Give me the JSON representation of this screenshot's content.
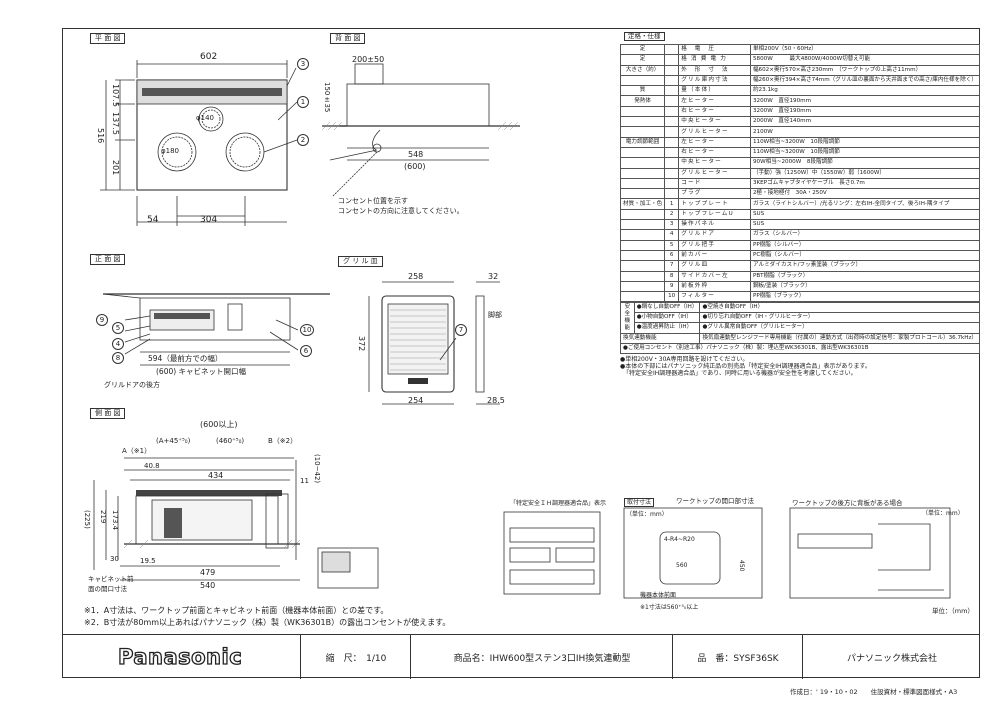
{
  "sections": {
    "plan": "平 面 図",
    "back": "背 面 図",
    "front": "正 面 図",
    "grill": "グ リ ル 皿",
    "side": "側 面 図",
    "spec": "定格・仕様"
  },
  "plan_view": {
    "width_top": "602",
    "dim_107_5": "107.5",
    "dim_137_5": "137.5",
    "dim_516": "516",
    "dim_201": "201",
    "dim_140": "φ140",
    "dim_180": "φ180",
    "dim_54": "54",
    "dim_304": "304",
    "callout_1": "1",
    "callout_2": "2",
    "callout_3": "3"
  },
  "back_view": {
    "dim_200": "200±50",
    "dim_150": "150±35",
    "dim_548": "548",
    "dim_600": "(600)",
    "outlet_note_1": "コンセント位置を示す",
    "outlet_note_2": "コンセントの方向に注意してください。"
  },
  "front_view": {
    "dim_594": "594（最前方での幅）",
    "dim_600": "(600) キャビネット開口幅",
    "grill_door_note": "グリルドアの後方",
    "callouts": [
      "9",
      "5",
      "4",
      "8",
      "10",
      "6"
    ]
  },
  "grill_plate": {
    "dim_258": "258",
    "dim_32": "32",
    "dim_372": "372",
    "dim_254": "254",
    "dim_28_5": "28.5",
    "leg_label": "脚部",
    "callout_7": "7"
  },
  "side_view": {
    "dim_600_plus": "(600以上)",
    "dim_A": "A（※1）",
    "dim_A_plus": "(A+45⁺⁵₀)",
    "dim_460": "(460⁺⁵₀)",
    "dim_B": "B（※2）",
    "dim_40_8": "40.8",
    "dim_434": "434",
    "dim_10_42": "(10~42)",
    "dim_11": "11",
    "dim_225": "(225)",
    "dim_219": "219",
    "dim_173_4": "173.4",
    "dim_30": "30",
    "dim_19_5": "19.5",
    "dim_479": "479",
    "dim_540": "540",
    "opening_note": "キャビネット前面の開口寸法"
  },
  "notes": {
    "n1": "※1．A寸法は、ワークトップ前面とキャビネット前面（機器本体前面）との差です。",
    "n2": "※2．B寸法が80mm以上あればパナソニック（株）製（WK36301B）の露出コンセントが使えます。"
  },
  "safety_title": "「特定安全ＩＨ調理器適合品」表示",
  "install_titles": {
    "fit_dims": "取付寸法",
    "unit_mm": "（単位：mm）",
    "opening": "ワークトップの開口部寸法",
    "worktop_rear": "ワークトップの後方に背板がある場合",
    "unit2": "（単位：mm）",
    "corner": "4-R4~R20",
    "dim_560": "560",
    "dim_450": "450",
    "footnote": "※1寸法は560⁺⁵₀以上",
    "front_label": "機器本体前面"
  },
  "unit_label": "単位：（mm）",
  "spec_rows": [
    [
      "定",
      "",
      "格　電　圧",
      "単相200V（50・60Hz）"
    ],
    [
      "定",
      "",
      "格 消 費 電 力",
      "5800W　　　最大4800W/4000W切替え可能"
    ],
    [
      "大きさ（約）",
      "",
      "外　形　寸　法",
      "幅602×奥行570×高さ230mm　（ワークトップの上高さ11mm）"
    ],
    [
      "",
      "",
      "グリル庫内寸法",
      "幅260×奥行394×高さ74mm（グリル皿の裏面から天井面までの高さ/庫内仕様を除く）"
    ],
    [
      "質",
      "",
      "量（本体）",
      "約23.1kg"
    ],
    [
      "発熱体",
      "",
      "左ヒーター",
      "3200W　直径190mm"
    ],
    [
      "",
      "",
      "右ヒーター",
      "3200W　直径190mm"
    ],
    [
      "",
      "",
      "中央ヒーター",
      "2000W　直径140mm"
    ],
    [
      "",
      "",
      "グリルヒーター",
      "2100W"
    ],
    [
      "電力調節範囲",
      "",
      "左ヒーター",
      "110W相当~3200W　10段階調節"
    ],
    [
      "",
      "",
      "右ヒーター",
      "110W相当~3200W　10段階調節"
    ],
    [
      "",
      "",
      "中央ヒーター",
      "90W相当~2000W　8段階調節"
    ],
    [
      "",
      "",
      "グリルヒーター",
      "（手動）強（1250W）中（1550W）弱（1600W）"
    ],
    [
      "",
      "",
      "コード",
      "3KEPゴムキャブタイヤケーブル　長さ0.7m"
    ],
    [
      "",
      "",
      "プラグ",
      "2極・接地極付　30A・250V"
    ],
    [
      "材質・加工・色",
      "1",
      "トッププレート",
      "ガラス（ライトシルバー）/光るリング：左右IH-全同タイプ、後ろIH-隅タイプ"
    ],
    [
      "",
      "2",
      "トップフレームU",
      "SUS"
    ],
    [
      "",
      "3",
      "操作パネル",
      "SUS"
    ],
    [
      "",
      "4",
      "グリルドア",
      "ガラス（シルバー）"
    ],
    [
      "",
      "5",
      "グリル把手",
      "PP樹脂（シルバー）"
    ],
    [
      "",
      "6",
      "前カバー",
      "PC樹脂（シルバー）"
    ],
    [
      "",
      "7",
      "グリル皿",
      "アルミダイカスト/フッ素塗装（ブラック）"
    ],
    [
      "",
      "8",
      "サイドカバー左",
      "PBT樹脂（ブラック）"
    ],
    [
      "",
      "9",
      "前板外枠",
      "鋼板/塗装（ブラック）"
    ],
    [
      "",
      "10",
      "フィルター",
      "PP樹脂（ブラック）"
    ]
  ],
  "safety_features": {
    "l1": "●鍋なし自動OFF（IH）",
    "l2": "●小物自動OFF（IH）",
    "l3": "●温度過昇防止（IH）",
    "r1": "●空焼き自動OFF（IH）",
    "r2": "●切り忘れ自動OFF（IH・グリルヒーター）",
    "r3": "●グリル異常自動OFF（グリルヒーター）",
    "cat": "安全機能"
  },
  "linked_row": [
    "換気連動機能",
    "換気扇連動型レンジフード専用機能（付属の）連動方式（出荷時の設定信号：家製プロトコール）36.7kHz）"
  ],
  "outlet_row": "●ご使用コンセント（別途工事）パナソニック（株）製：埋込型WK36301B、露出型WK36301B",
  "spec_footer": [
    "●単相200V・30A専用回路を設けてください。",
    "●本体の下部にはパナソニック純正品の別売品「特定安全IH調理器適合品」表示があります。",
    "　「特定安全IH調理器適合品」であり、同時に用いる機器が安全性を考慮してください。"
  ],
  "title_block": {
    "scale_label": "縮　尺：　1/10",
    "product_name": "商品名：IHW600型ステン3口IH換気連動型",
    "part_no": "品　番：SYSF36SK",
    "company": "パナソニック株式会社",
    "logo_text": "Panasonic",
    "created": "作成日：' 19・10・02　　住設資材・標準図面様式・A3"
  }
}
